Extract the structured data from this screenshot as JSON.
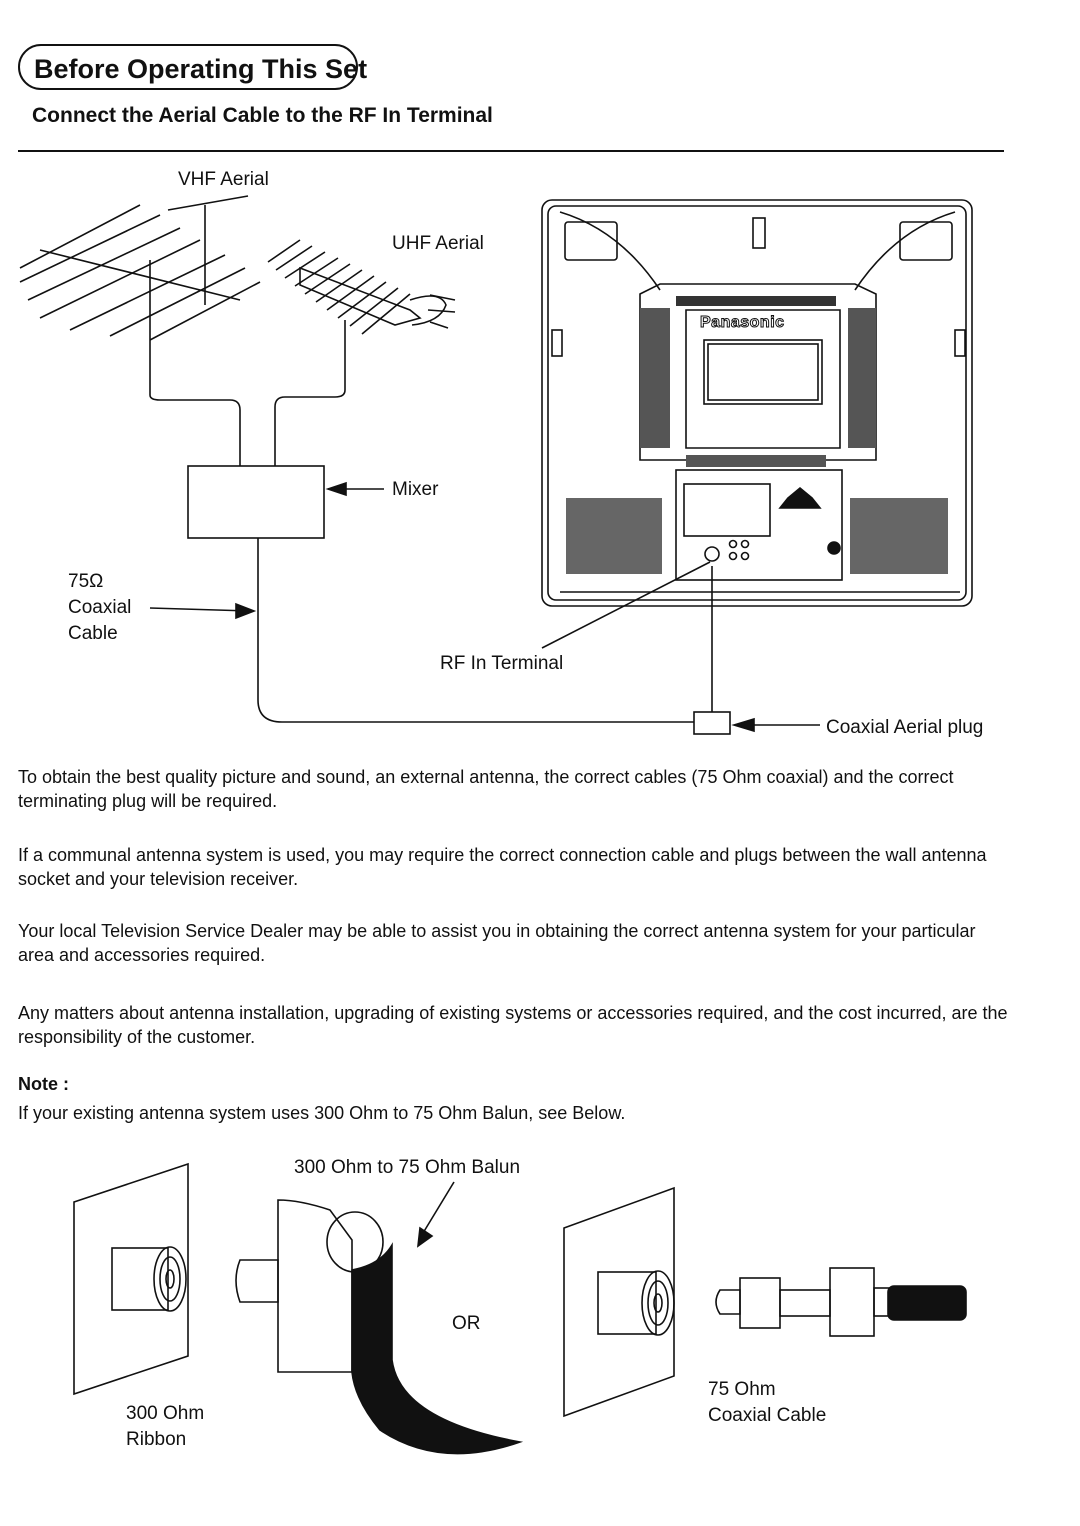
{
  "header": {
    "section_title": "Before Operating This Set",
    "subtitle": "Connect the Aerial Cable to the RF In Terminal"
  },
  "diagram": {
    "vhf_label": "VHF Aerial",
    "uhf_label": "UHF Aerial",
    "mixer_label": "Mixer",
    "coax_label_1": "75Ω",
    "coax_label_2": "Coaxial",
    "coax_label_3": "Cable",
    "rf_label": "RF In Terminal",
    "plug_label": "Coaxial Aerial plug",
    "brand": "Panasonic"
  },
  "paragraphs": [
    "To obtain the best quality picture and sound, an external antenna, the correct cables (75 Ohm coaxial) and the correct terminating plug will be required.",
    "If a communal antenna system is used, you may require the correct connection cable and plugs between the wall antenna socket and your television receiver.",
    "Your local Television Service Dealer may be able to assist you in obtaining the correct antenna system for your particular area and accessories required.",
    "Any matters about antenna installation, upgrading of existing systems or accessories required, and the cost incurred, are the responsibility of the customer."
  ],
  "note": {
    "heading": "Note :",
    "text": "If your existing antenna system uses 300 Ohm to 75 Ohm Balun, see Below."
  },
  "balun_diagram": {
    "balun_label": "300 Ohm to 75 Ohm Balun",
    "or_label": "OR",
    "ribbon_label_1": "300 Ohm",
    "ribbon_label_2": "Ribbon",
    "coax_label_1": "75 Ohm",
    "coax_label_2": "Coaxial Cable"
  }
}
